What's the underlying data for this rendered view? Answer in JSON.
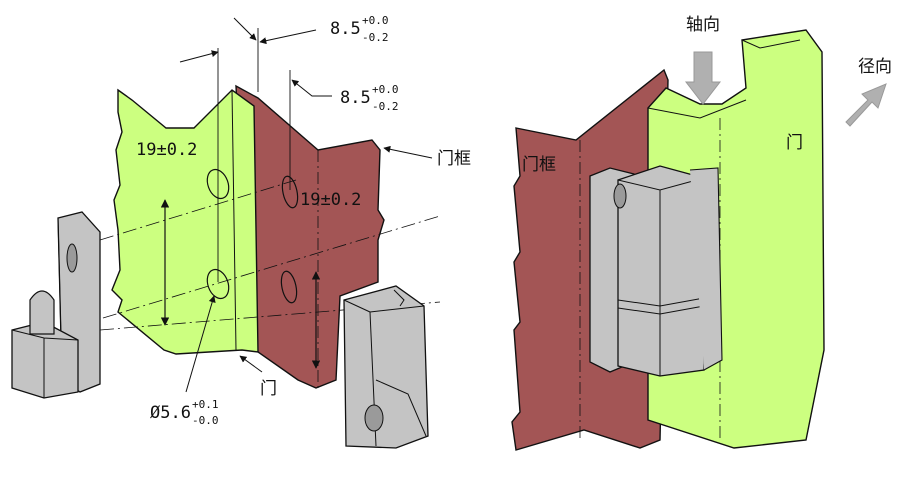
{
  "left_figure": {
    "dim_top_gap": {
      "base": "8.5",
      "tol_upper": "+0.0",
      "tol_lower": "-0.2"
    },
    "dim_right_gap": {
      "base": "8.5",
      "tol_upper": "+0.0",
      "tol_lower": "-0.2"
    },
    "dim_left_spacing": "19±0.2",
    "dim_right_spacing": "19±0.2",
    "dim_hole": {
      "base": "Ø5.6",
      "tol_upper": "+0.1",
      "tol_lower": "-0.0"
    },
    "label_door": "门",
    "label_frame": "门框"
  },
  "right_figure": {
    "label_axial": "轴向",
    "label_radial": "径向",
    "label_door": "门",
    "label_frame": "门框"
  },
  "colors": {
    "door": "#ccff80",
    "frame": "#a35555",
    "hinge": "#c4c4c4",
    "arrow": "#b0b0b0"
  }
}
